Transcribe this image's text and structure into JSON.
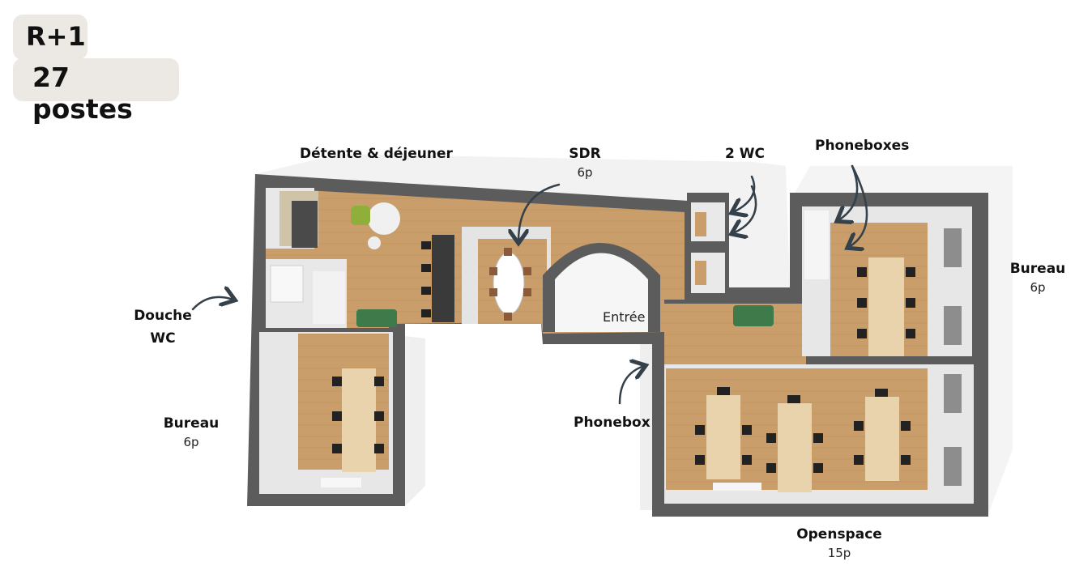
{
  "header": {
    "level": "R+1",
    "workstations": "27 postes"
  },
  "rooms": {
    "detente": {
      "title": "Détente & déjeuner"
    },
    "sdr": {
      "title": "SDR",
      "capacity": "6p"
    },
    "wc": {
      "title": "2 WC"
    },
    "phoneboxes": {
      "title": "Phoneboxes"
    },
    "bureau_right": {
      "title": "Bureau",
      "capacity": "6p"
    },
    "douche": {
      "line1": "Douche",
      "line2": "WC"
    },
    "bureau_left": {
      "title": "Bureau",
      "capacity": "6p"
    },
    "phonebox": {
      "title": "Phonebox"
    },
    "entree": {
      "title": "Entrée"
    },
    "openspace": {
      "title": "Openspace",
      "capacity": "15p"
    }
  },
  "colors": {
    "wall": "#5c5c5c",
    "floor_wood": "#c99e6b",
    "floor_light": "#e6e6e6",
    "arrow": "#34404a",
    "desk": "#e9d3ad",
    "badge_bg": "#ece8e3"
  }
}
